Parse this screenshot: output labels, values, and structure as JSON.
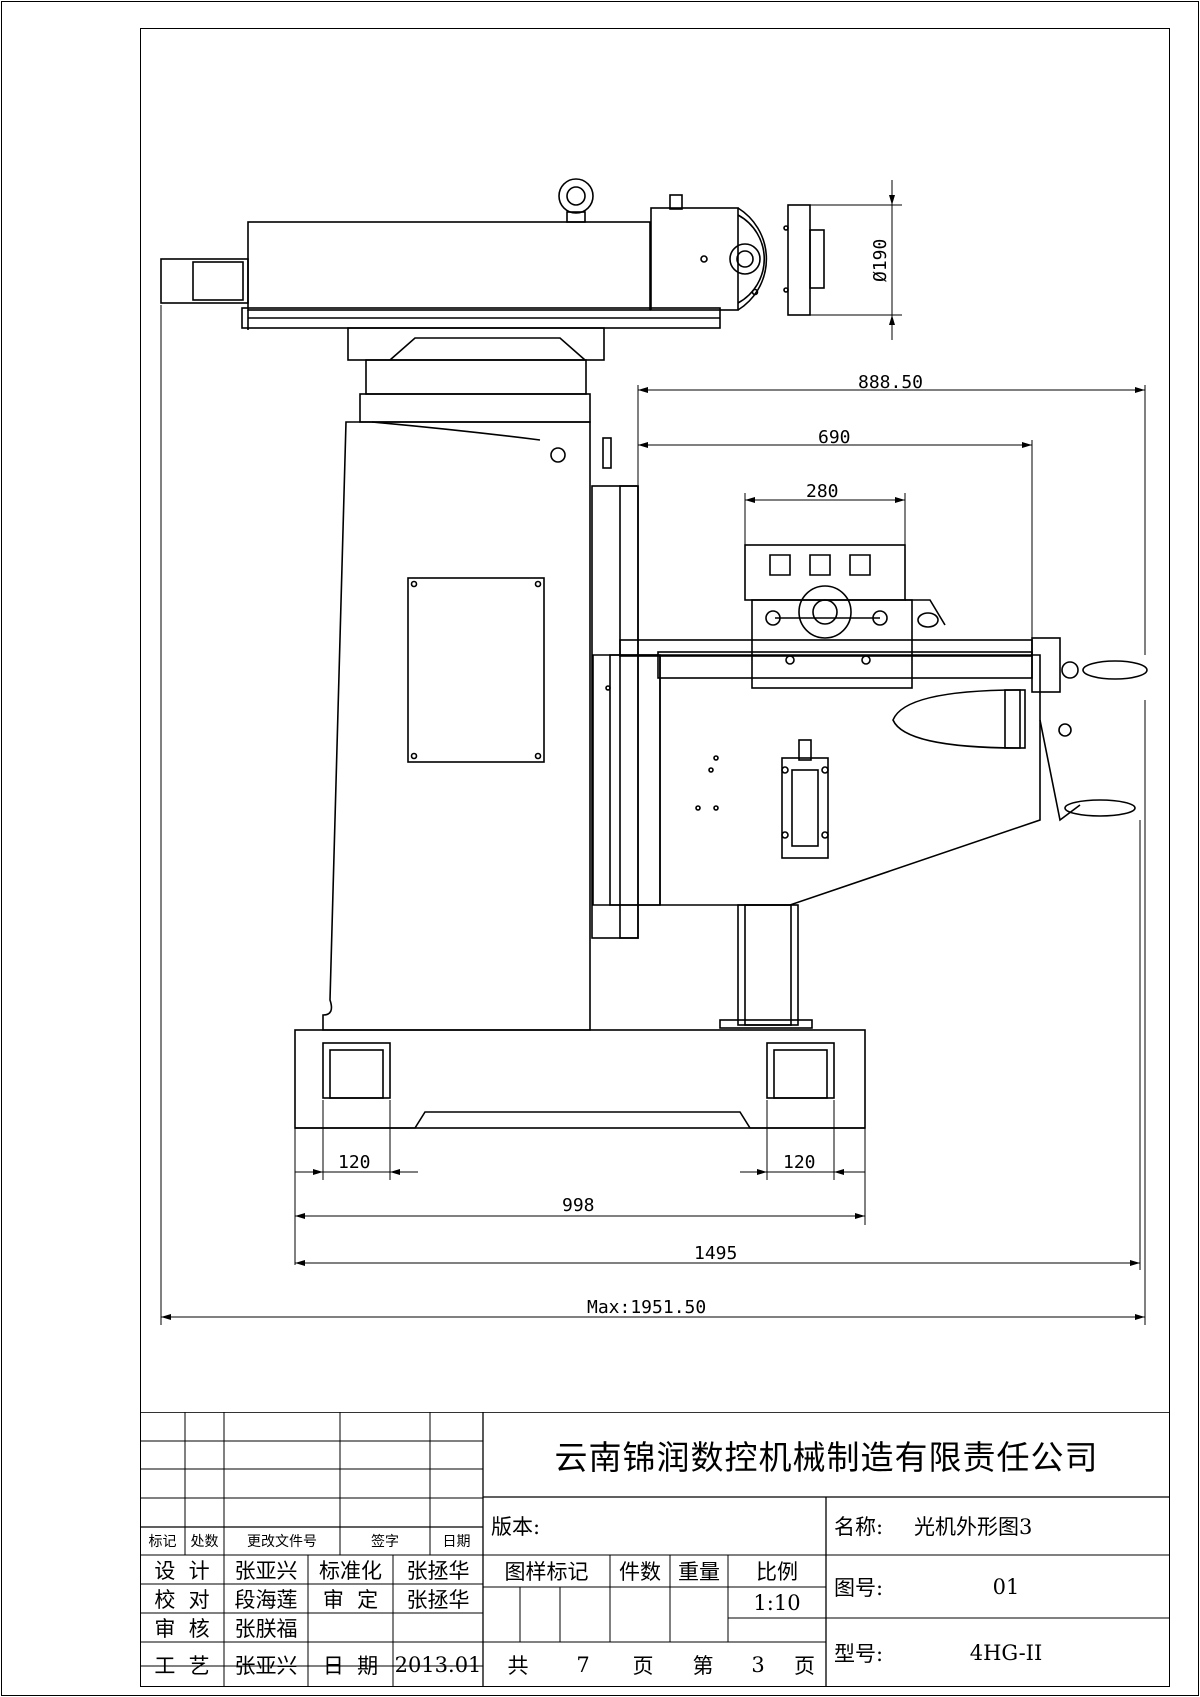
{
  "drawing": {
    "dimensions": {
      "d190": "Ø190",
      "d888": "888.50",
      "d690": "690",
      "d280": "280",
      "d120_left": "120",
      "d120_right": "120",
      "d998": "998",
      "d1495": "1495",
      "dmax": "Max:1951.50"
    }
  },
  "title_block": {
    "company": "云南锦润数控机械制造有限责任公司",
    "revision_headers": {
      "mark": "标记",
      "count": "处数",
      "change_doc": "更改文件号",
      "signature": "签字",
      "date": "日期"
    },
    "roles": {
      "design_label": "设  计",
      "design_name": "张亚兴",
      "standardize_label": "标准化",
      "standardize_name": "张拯华",
      "proofread_label": "校  对",
      "proofread_name": "段海莲",
      "approve_label": "审  定",
      "approve_name": "张拯华",
      "review_label": "审  核",
      "review_name": "张朕福",
      "process_label": "工  艺",
      "process_name": "张亚兴",
      "date_label": "日  期",
      "date_value": "2013.01"
    },
    "version_label": "版本:",
    "sample_mark_label": "图样标记",
    "quantity_label": "件数",
    "weight_label": "重量",
    "scale_label": "比例",
    "scale_value": "1:10",
    "total_label": "共",
    "total_pages": "7",
    "page_unit_1": "页",
    "current_label": "第",
    "current_page": "3",
    "page_unit_2": "页",
    "name_label": "名称:",
    "name_value": "光机外形图3",
    "drawing_no_label": "图号:",
    "drawing_no_value": "01",
    "model_label": "型号:",
    "model_value": "4HG-II"
  }
}
